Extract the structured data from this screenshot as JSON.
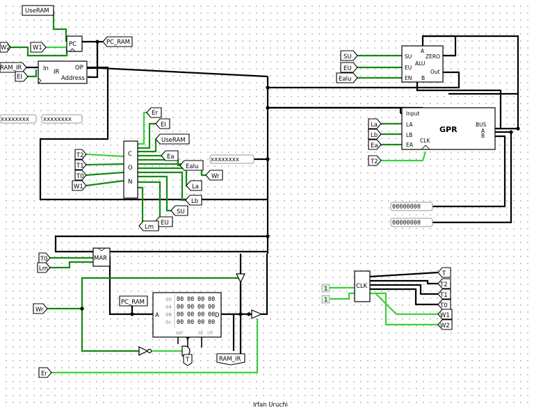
{
  "labels": {
    "userram_top": "UseRAM",
    "w2_left": "W2",
    "w1_left": "W1",
    "pc_ram_out": "PC_RAM",
    "ram_ir_in": "RAM_IR",
    "ei_in": "EI",
    "su": "SU",
    "eu": "EU",
    "ealu": "Ealu",
    "la": "La",
    "lb": "Lb",
    "ea": "Ea",
    "t2_gpr": "T2",
    "t2": "T2",
    "t1": "T1",
    "t0": "T0",
    "w1": "W1",
    "out_er": "Er",
    "out_ei": "EI",
    "out_useram": "UseRAM",
    "out_ea": "Ea",
    "out_ealu": "Ealu",
    "out_wr": "Wr",
    "out_la": "La",
    "out_lb": "Lb",
    "out_su": "SU",
    "out_eu": "EU",
    "out_lm": "Lm",
    "t0_mar": "T0",
    "lm_mar": "Lm",
    "wr": "Wr",
    "pc_ram_in": "PC_RAM",
    "t_tunnel": "T",
    "ram_ir_out": "RAM_IR",
    "er": "Er",
    "clk_t": "T",
    "clk_t2": "T2",
    "clk_t1": "T1",
    "clk_t0": "T0",
    "clk_w1": "W1",
    "clk_w2": "W2"
  },
  "components": {
    "pc": {
      "title": "PC"
    },
    "ir": {
      "title": "IR",
      "pin_in": "In",
      "pin_op": "OP",
      "pin_address": "Address"
    },
    "alu": {
      "pin_a": "A",
      "pin_su": "SU",
      "pin_eu": "EU",
      "pin_en": "EN",
      "pin_b": "B",
      "title": "ALU",
      "pin_zero": "ZERO",
      "pin_out": "Out"
    },
    "gpr": {
      "title": "GPR",
      "pin_input": "Input",
      "pin_la": "LA",
      "pin_lb": "LB",
      "pin_ea": "EA",
      "pin_clk": "CLK",
      "pin_bus": "BUS",
      "pin_a": "A",
      "pin_b": "B"
    },
    "con": {
      "c": "C",
      "o": "O",
      "n": "N"
    },
    "mar": {
      "title": "MAR"
    },
    "ram": {
      "rows": [
        {
          "addr": "00",
          "cells": [
            "00",
            "00",
            "00",
            "00"
          ]
        },
        {
          "addr": "04",
          "cells": [
            "00",
            "00",
            "00",
            "00"
          ]
        },
        {
          "addr": "08",
          "cells": [
            "00",
            "00",
            "00",
            "00"
          ]
        },
        {
          "addr": "0c",
          "cells": [
            "00",
            "00",
            "00",
            "00"
          ]
        }
      ],
      "pin_a": "A",
      "pin_d": "D",
      "pin_sel": "sel",
      "pin_ld": "ld",
      "pin_clr": "clr"
    },
    "clk": {
      "title": "CLK"
    }
  },
  "probes": {
    "ir_left": "xxxxxxxx",
    "ir_right": "xxxxxxxx",
    "bus": "xxxxxxxx",
    "gpr_a": "00000000",
    "gpr_b": "00000000"
  },
  "constants": {
    "c1": "1",
    "c2": "1"
  },
  "author": "Irfan Uruchi"
}
